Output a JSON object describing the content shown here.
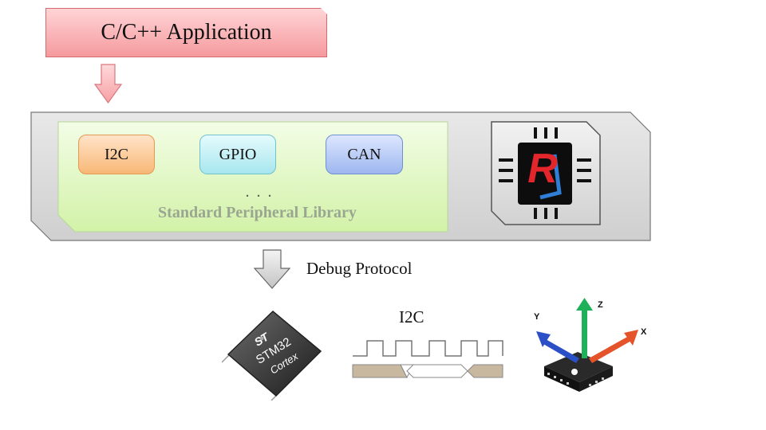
{
  "app": {
    "label": "C/C++ Application"
  },
  "peripherals": [
    {
      "label": "I2C"
    },
    {
      "label": "GPIO"
    },
    {
      "label": "CAN"
    }
  ],
  "library": {
    "ellipsis": ". . .",
    "label": "Standard Peripheral Library"
  },
  "chip_logo": {
    "letter": "R"
  },
  "debug": {
    "label": "Debug Protocol"
  },
  "i2c_signal": {
    "label": "I2C"
  },
  "stm32": {
    "brand": "ST",
    "model": "STM32",
    "core": "Cortex"
  },
  "sensor_axes": {
    "x": "X",
    "y": "Y",
    "z": "Z"
  },
  "colors": {
    "app_fill": "#f7a4a8",
    "panel_fill": "#d9d9d9",
    "library_fill": "#e2f7c4",
    "i2c_fill": "#f8b876",
    "gpio_fill": "#a7e6ee",
    "can_fill": "#9db7ef",
    "logo_red": "#e3262b",
    "logo_blue": "#2f7fd6"
  }
}
